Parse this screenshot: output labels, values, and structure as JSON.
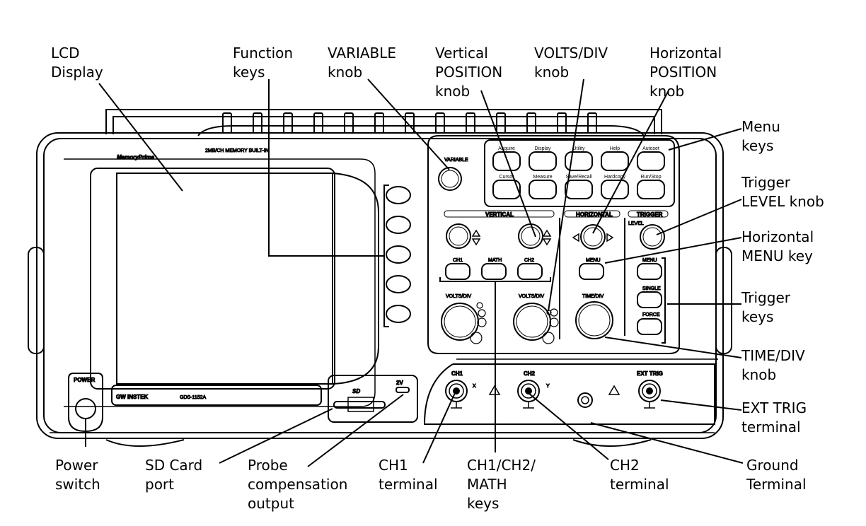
{
  "callouts": {
    "lcd_display": "LCD\nDisplay",
    "function_keys": "Function\nkeys",
    "variable_knob": "VARIABLE\nknob",
    "vertical_position_knob": "Vertical\nPOSITION\nknob",
    "volts_div_knob": "VOLTS/DIV\nknob",
    "horizontal_position_knob": "Horizontal\nPOSITION\nknob",
    "menu_keys": "Menu\nkeys",
    "trigger_level_knob": "Trigger\nLEVEL knob",
    "horizontal_menu_key": "Horizontal\nMENU key",
    "trigger_keys": "Trigger\nkeys",
    "time_div_knob": "TIME/DIV\nknob",
    "ext_trig_terminal": "EXT TRIG\nterminal",
    "power_switch": "Power\nswitch",
    "sd_card_port": "SD Card\nport",
    "probe_compensation_output": "Probe\ncompensation\noutput",
    "ch1_terminal": "CH1\nterminal",
    "ch1_ch2_math_keys": "CH1/CH2/\nMATH\nkeys",
    "ch2_terminal": "CH2\nterminal",
    "ground_terminal": "Ground\nTerminal"
  },
  "panel": {
    "logo": "MemoryPrime",
    "logo_sub": "2MB/CH MEMORY BUILT-IN",
    "brand": "GW INSTEK",
    "model": "GDS-1152A",
    "power": "POWER",
    "variable": "VARIABLE",
    "menu_buttons": [
      "Acquire",
      "Display",
      "Utility",
      "Help",
      "Autoset",
      "Cursor",
      "Measure",
      "Save/Recall",
      "Hardcopy",
      "Run/Stop"
    ],
    "vertical": "VERTICAL",
    "horizontal": "HORIZONTAL",
    "trigger": "TRIGGER",
    "level": "LEVEL",
    "ch1": "CH1",
    "math": "MATH",
    "ch2": "CH2",
    "menu": "MENU",
    "single": "SINGLE",
    "force": "FORCE",
    "volts_div": "VOLTS/DIV",
    "time_div": "TIME/DIV",
    "ext_trig": "EXT TRIG",
    "x": "X",
    "y": "Y",
    "probe_comp": "2V",
    "sd": "SD"
  }
}
